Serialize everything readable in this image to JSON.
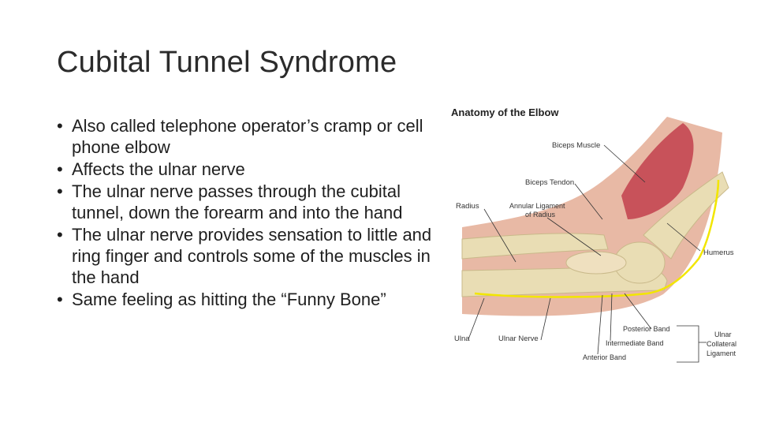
{
  "slide": {
    "title": "Cubital Tunnel Syndrome",
    "bullets": [
      "Also called telephone operator’s cramp or cell phone elbow",
      "Affects the ulnar nerve",
      "The ulnar nerve passes through the cubital tunnel, down the forearm and into the hand",
      "The ulnar nerve provides sensation to little and ring finger and controls some of the muscles in the hand",
      "Same feeling as hitting the “Funny Bone”"
    ],
    "bullet_glyph": "•"
  },
  "figure": {
    "title": "Anatomy of the Elbow",
    "labels": {
      "biceps_muscle": "Biceps Muscle",
      "biceps_tendon": "Biceps Tendon",
      "radius": "Radius",
      "annular_ligament_1": "Annular Ligament",
      "annular_ligament_2": "of Radius",
      "humerus": "Humerus",
      "posterior_band": "Posterior Band",
      "intermediate_band": "Intermediate Band",
      "anterior_band": "Anterior Band",
      "ulna": "Ulna",
      "ulnar_nerve": "Ulnar Nerve",
      "ucl_1": "Ulnar",
      "ucl_2": "Collateral",
      "ucl_3": "Ligament"
    },
    "colors": {
      "skin": "#e8b9a5",
      "muscle": "#c8525a",
      "bone": "#e9ddb4",
      "nerve": "#f2e600"
    }
  }
}
